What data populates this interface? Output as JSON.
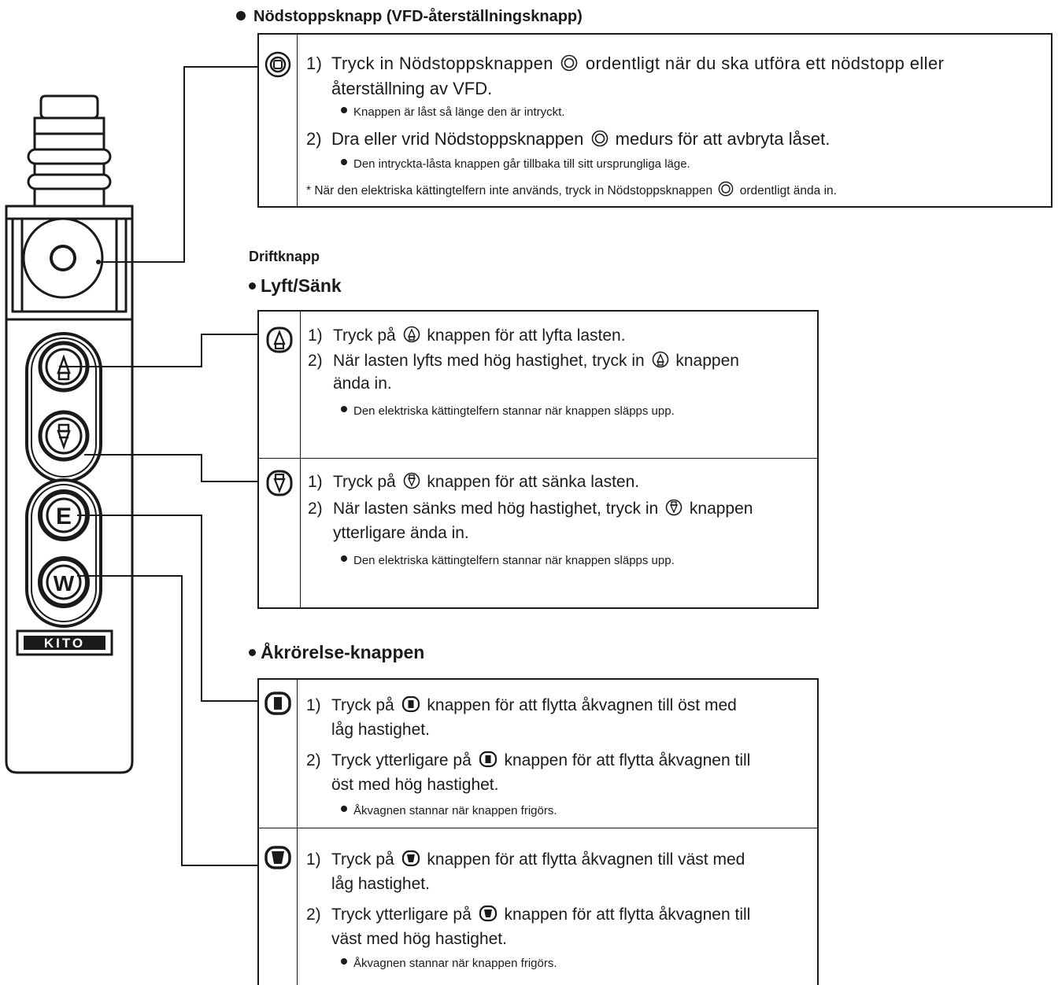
{
  "emergency": {
    "heading": "Nödstoppsknapp (VFD-återställningsknapp)",
    "icon": "stop-button-icon",
    "item1_num": "1)",
    "item1_line1a": "Tryck in Nödstoppsknappen",
    "item1_line1b": "ordentligt när du ska utföra ett nödstopp eller",
    "item1_line2": "återställning av VFD.",
    "item1_note": "Knappen är låst så länge den är intryckt.",
    "item2_num": "2)",
    "item2_a": "Dra eller vrid Nödstoppsknappen",
    "item2_b": "medurs för att avbryta låset.",
    "item2_note": "Den intryckta-låsta knappen går tillbaka till sitt ursprungliga läge.",
    "footnote_a": "* När den elektriska kättingtelfern inte används, tryck in Nödstoppsknappen",
    "footnote_b": "ordentligt ända in."
  },
  "operation": {
    "heading": "Driftknapp",
    "hoist_heading": "Lyft/Sänk",
    "up": {
      "icon": "up-arrow-button-icon",
      "num1": "1)",
      "line1a": "Tryck på",
      "line1b": "knappen för att lyfta lasten.",
      "num2": "2)",
      "line2a": "När lasten lyfts med hög hastighet, tryck in",
      "line2b": "knappen",
      "line3": "ända in.",
      "note": "Den elektriska kättingtelfern stannar när knappen släpps upp."
    },
    "down": {
      "icon": "down-arrow-button-icon",
      "num1": "1)",
      "line1a": "Tryck på",
      "line1b": "knappen för att sänka lasten.",
      "num2": "2)",
      "line2a": "När lasten sänks med hög hastighet, tryck in",
      "line2b": "knappen",
      "line3": "ytterligare ända in.",
      "note": "Den elektriska kättingtelfern stannar när knappen släpps upp."
    }
  },
  "trolley": {
    "heading": "Åkrörelse-knappen",
    "east": {
      "icon": "east-button-icon",
      "num1": "1)",
      "line1a": "Tryck på",
      "line1b": "knappen för att flytta åkvagnen till öst med",
      "line1c": "låg hastighet.",
      "num2": "2)",
      "line2a": "Tryck ytterligare på",
      "line2b": "knappen för att flytta åkvagnen till",
      "line2c": "öst med hög hastighet.",
      "note": "Åkvagnen stannar när knappen frigörs."
    },
    "west": {
      "icon": "west-button-icon",
      "num1": "1)",
      "line1a": "Tryck på",
      "line1b": "knappen för att flytta åkvagnen till väst med",
      "line1c": "låg hastighet.",
      "num2": "2)",
      "line2a": "Tryck ytterligare på",
      "line2b": "knappen för att flytta åkvagnen till",
      "line2c": "väst med hög hastighet.",
      "note": "Åkvagnen stannar när knappen frigörs."
    }
  },
  "pendant": {
    "brand": "KITO",
    "button_labels": [
      "E",
      "W"
    ]
  }
}
